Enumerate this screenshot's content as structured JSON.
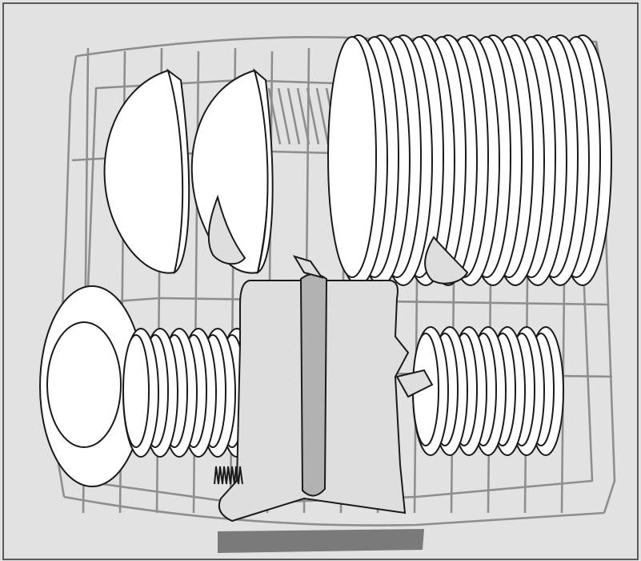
{
  "illustration": {
    "subject": "dishwasher-lower-basket",
    "colors": {
      "background": "#e2e2e2",
      "frame": "#5a5a5a",
      "wire": "#8e8e8e",
      "outline": "#1a1a1a",
      "dish_fill": "#ffffff",
      "holder_fill": "#dedede",
      "slot_fill": "#b2b2b2",
      "base_bar": "#7a7a7a"
    },
    "contents": {
      "large_plates": 11,
      "left_small_plates": 6,
      "right_small_plates": 7,
      "bowls": 2,
      "side_platter": 1,
      "cutlery_holder": 1
    }
  }
}
